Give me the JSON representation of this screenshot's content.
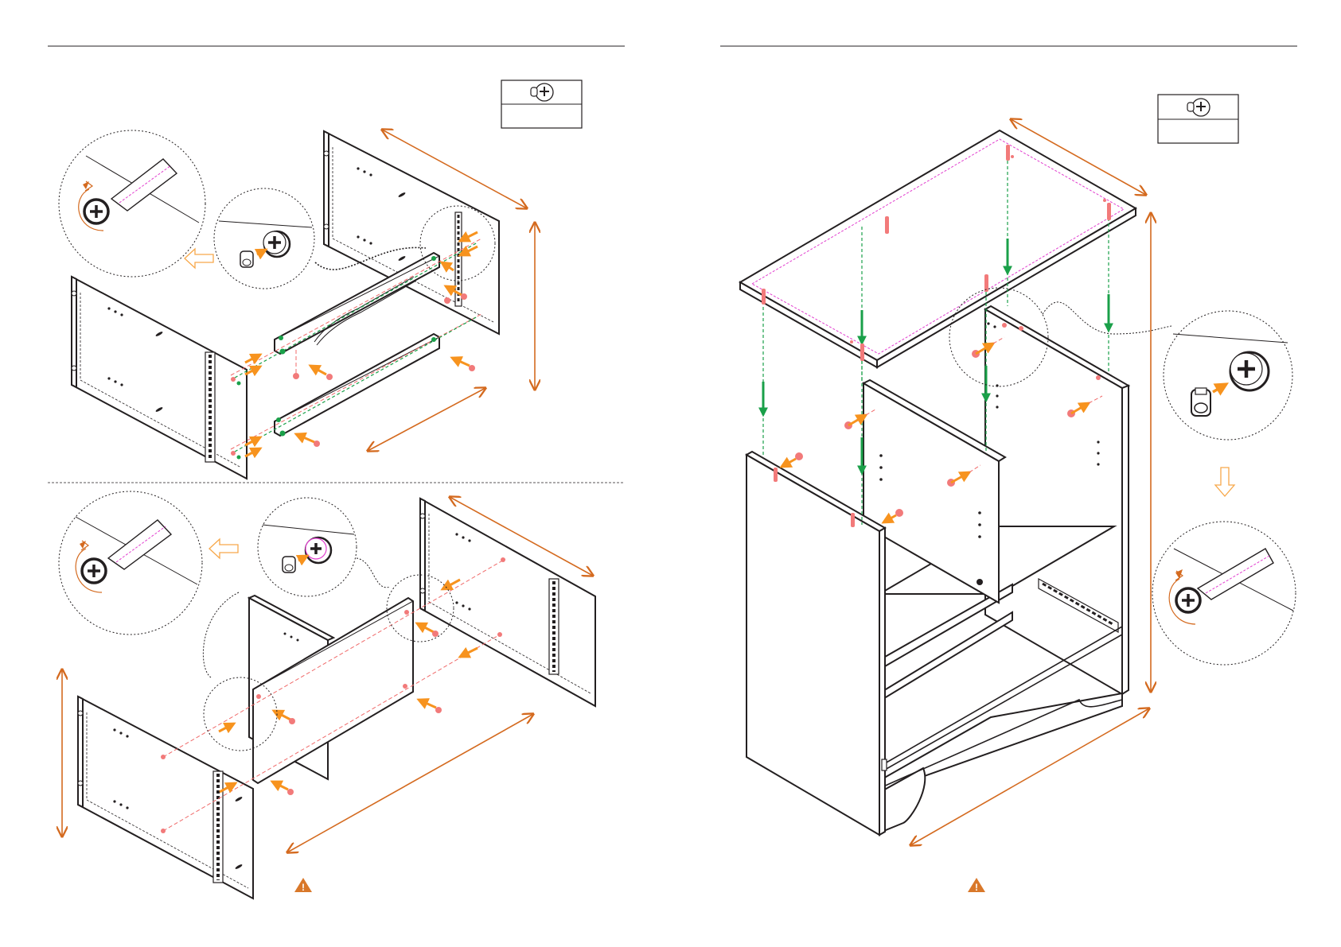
{
  "pages": [
    {
      "id": "left",
      "hardware_box": {
        "icon": "cam-lock-fitting-icon",
        "quantity": ""
      },
      "steps": [
        {
          "id": "step-top",
          "detail_icons": [
            "screwdriver-clockwise-icon",
            "cam-lock-insert-icon"
          ]
        },
        {
          "id": "step-bottom",
          "detail_icons": [
            "screwdriver-clockwise-icon",
            "cam-lock-insert-icon"
          ]
        }
      ],
      "warning_icon": "warning-triangle-icon",
      "warning_glyph": "!"
    },
    {
      "id": "right",
      "hardware_box": {
        "icon": "cam-lock-fitting-icon",
        "quantity": ""
      },
      "steps": [
        {
          "id": "step-main",
          "detail_icons": [
            "cam-lock-insert-icon",
            "screwdriver-clockwise-icon"
          ]
        }
      ],
      "warning_icon": "warning-triangle-icon",
      "warning_glyph": "!"
    }
  ],
  "colors": {
    "line": "#231f20",
    "dimension_arrow": "#d46a1f",
    "insert_arrow": "#f7931e",
    "cam_arrow": "#1aa049",
    "dowel": "#f27a7a",
    "edge_guide": "#e23ecf",
    "warning": "#d9782a"
  }
}
